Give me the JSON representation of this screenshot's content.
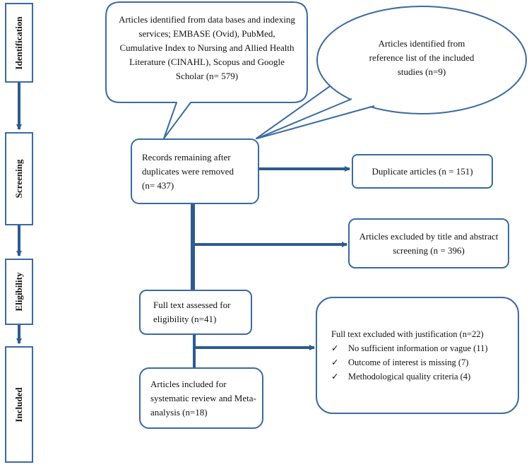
{
  "stages": {
    "identification": "Identification",
    "screening": "Screening",
    "eligibility": "Eligibility",
    "included": "Included"
  },
  "boxes": {
    "database_sources": "Articles identified from data bases and indexing services; EMBASE (Ovid), PubMed, Cumulative Index to Nursing and Allied Health Literature (CINAHL), Scopus and Google Scholar (n= 579)",
    "reference_list": "Articles identified from reference list of the included studies (n=9)",
    "records_remaining": "Records remaining after duplicates were removed (n= 437)",
    "duplicates": "Duplicate articles (n = 151)",
    "excluded_title_abstract": "Articles excluded by title and abstract screening (n = 396)",
    "full_text_assessed": "Full text assessed for eligibility (n=41)",
    "included_studies": "Articles included for systematic review and Meta-analysis (n=18)"
  },
  "exclusions": {
    "title": "Full text excluded with justification (n=22)",
    "check_symbol": "✓",
    "items": [
      "No sufficient information or vague (11)",
      "Outcome of interest is missing (7)",
      "Methodological quality criteria (4)"
    ]
  },
  "colors": {
    "border": "#3b6aa0",
    "connector": "#2e5b8f"
  }
}
